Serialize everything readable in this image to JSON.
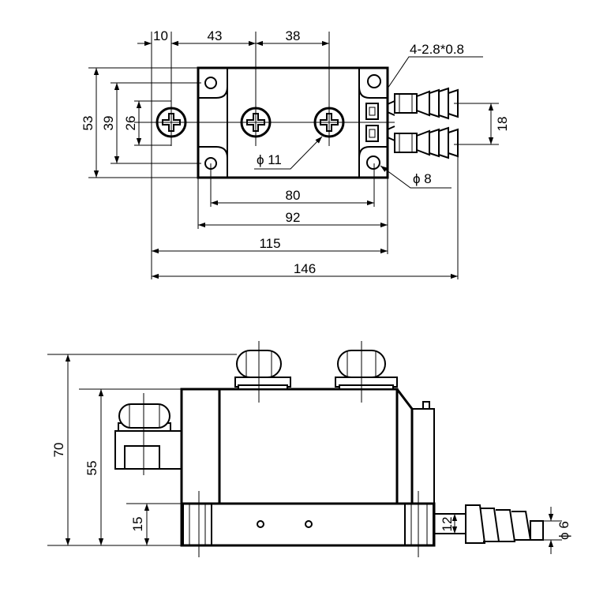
{
  "top_view": {
    "dims": {
      "pitch_left": "10",
      "pitch_mid_left": "43",
      "pitch_mid_right": "38",
      "terminal_pin": "4-2.8*0.8",
      "height_total": "53",
      "height_mount": "39",
      "height_screw": "26",
      "pin_spacing": "18",
      "screw_dia": "ϕ 11",
      "hole_dia": "ϕ 8",
      "mount_pitch": "80",
      "base_width": "92",
      "body_width": "115",
      "overall_width": "146"
    }
  },
  "side_view": {
    "dims": {
      "height_overall": "70",
      "height_body": "55",
      "height_base": "15",
      "pin_height": "12",
      "pin_dia": "ϕ 6"
    }
  }
}
